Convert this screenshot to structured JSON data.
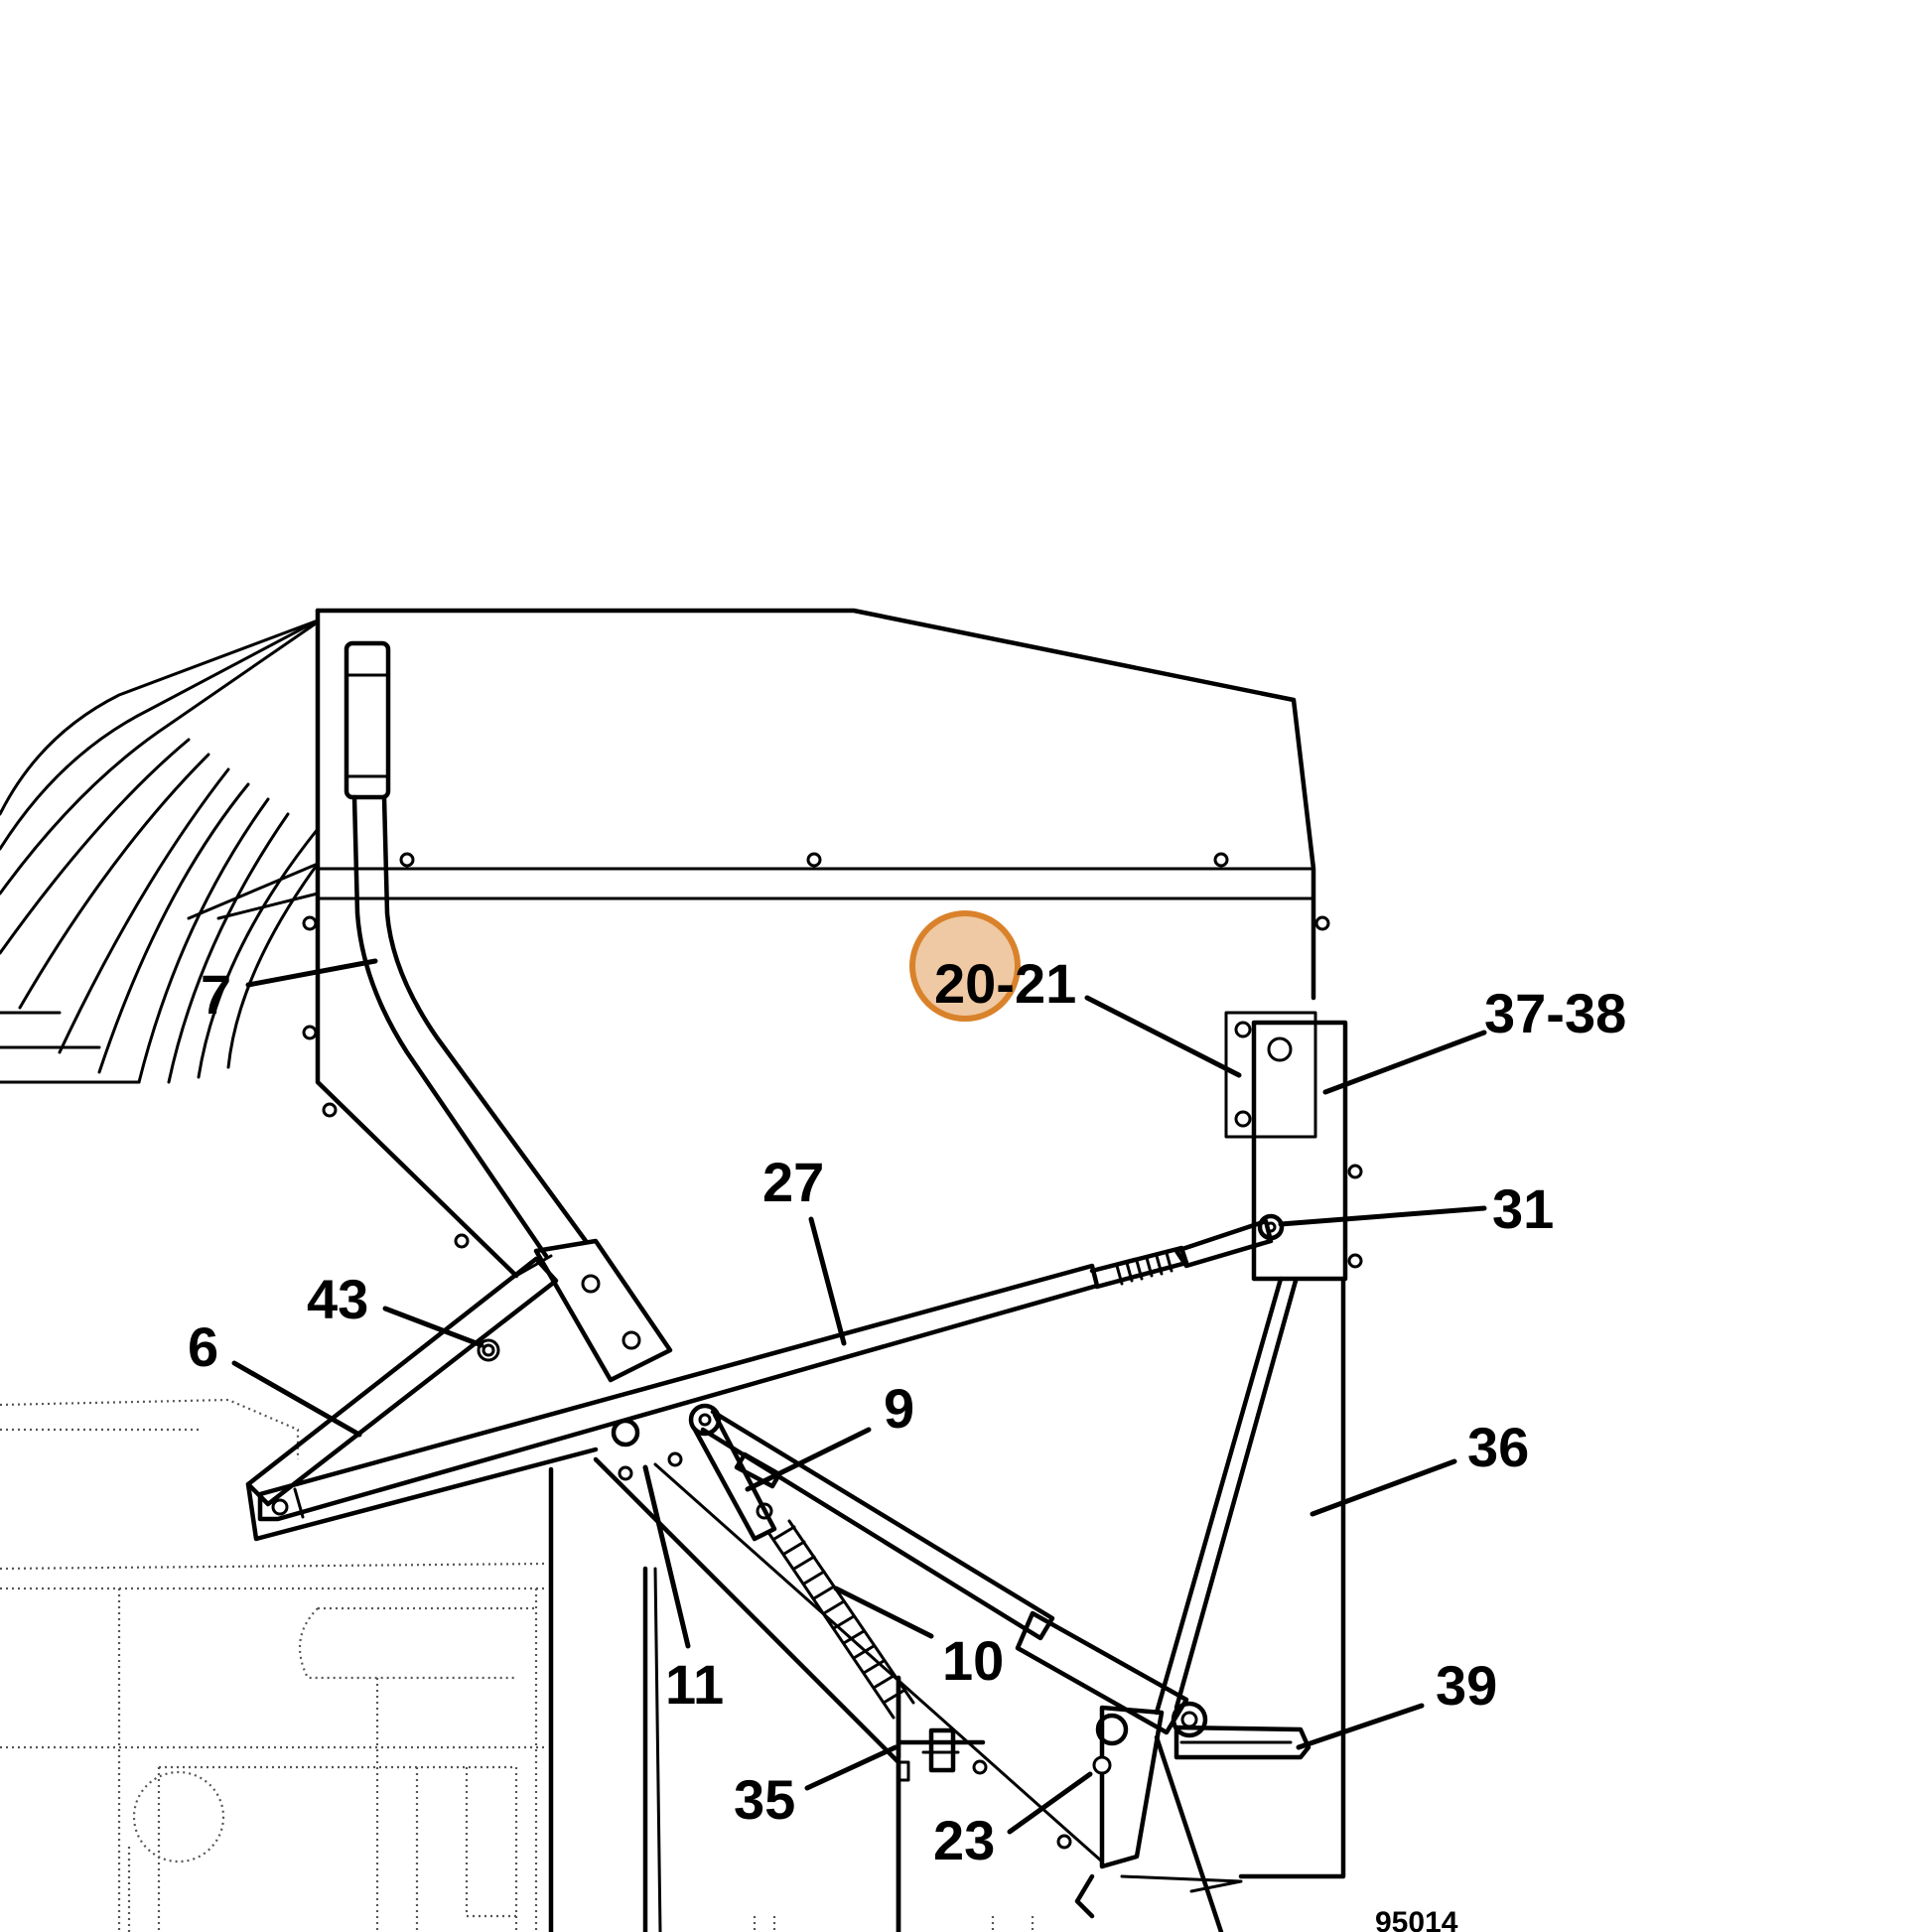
{
  "drawing": {
    "drawing_number": "95014",
    "labels": [
      {
        "id": "label-7",
        "text": "7"
      },
      {
        "id": "label-20-21",
        "text": "20-21"
      },
      {
        "id": "label-37-38",
        "text": "37-38"
      },
      {
        "id": "label-27",
        "text": "27"
      },
      {
        "id": "label-31",
        "text": "31"
      },
      {
        "id": "label-43",
        "text": "43"
      },
      {
        "id": "label-6",
        "text": "6"
      },
      {
        "id": "label-9",
        "text": "9"
      },
      {
        "id": "label-36",
        "text": "36"
      },
      {
        "id": "label-10",
        "text": "10"
      },
      {
        "id": "label-11",
        "text": "11"
      },
      {
        "id": "label-39",
        "text": "39"
      },
      {
        "id": "label-35",
        "text": "35"
      },
      {
        "id": "label-23",
        "text": "23"
      }
    ]
  },
  "colors": {
    "line": "#000000",
    "background": "#ffffff",
    "highlight_fill": "#e8b784",
    "highlight_stroke": "#d9822b",
    "background_detail": "#555555"
  }
}
